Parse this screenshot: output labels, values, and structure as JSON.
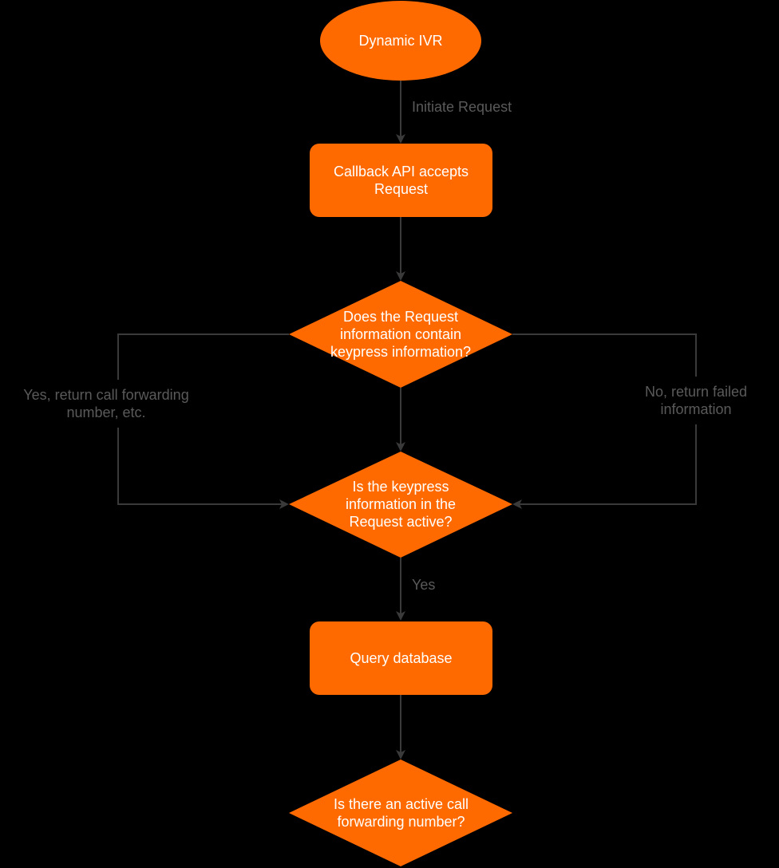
{
  "colors": {
    "background": "#000000",
    "node_fill": "#ff6a00",
    "node_text": "#ffffff",
    "edge": "#3a3a3a",
    "edge_label": "#5a5a5a"
  },
  "nodes": {
    "start": {
      "label": "Dynamic IVR"
    },
    "callback": {
      "label": "Callback API accepts Request"
    },
    "decision_keypress": {
      "label": "Does the Request information contain keypress information?"
    },
    "decision_active": {
      "label": "Is the keypress information in the Request active?"
    },
    "query": {
      "label": "Query database"
    },
    "decision_forwarding": {
      "label": "Is there an active call forwarding number?"
    }
  },
  "edges": {
    "initiate": {
      "label": "Initiate Request"
    },
    "yes_forward": {
      "label": "Yes, return call forwarding number, etc."
    },
    "no_failed": {
      "label": "No, return failed information"
    },
    "yes": {
      "label": "Yes"
    }
  }
}
